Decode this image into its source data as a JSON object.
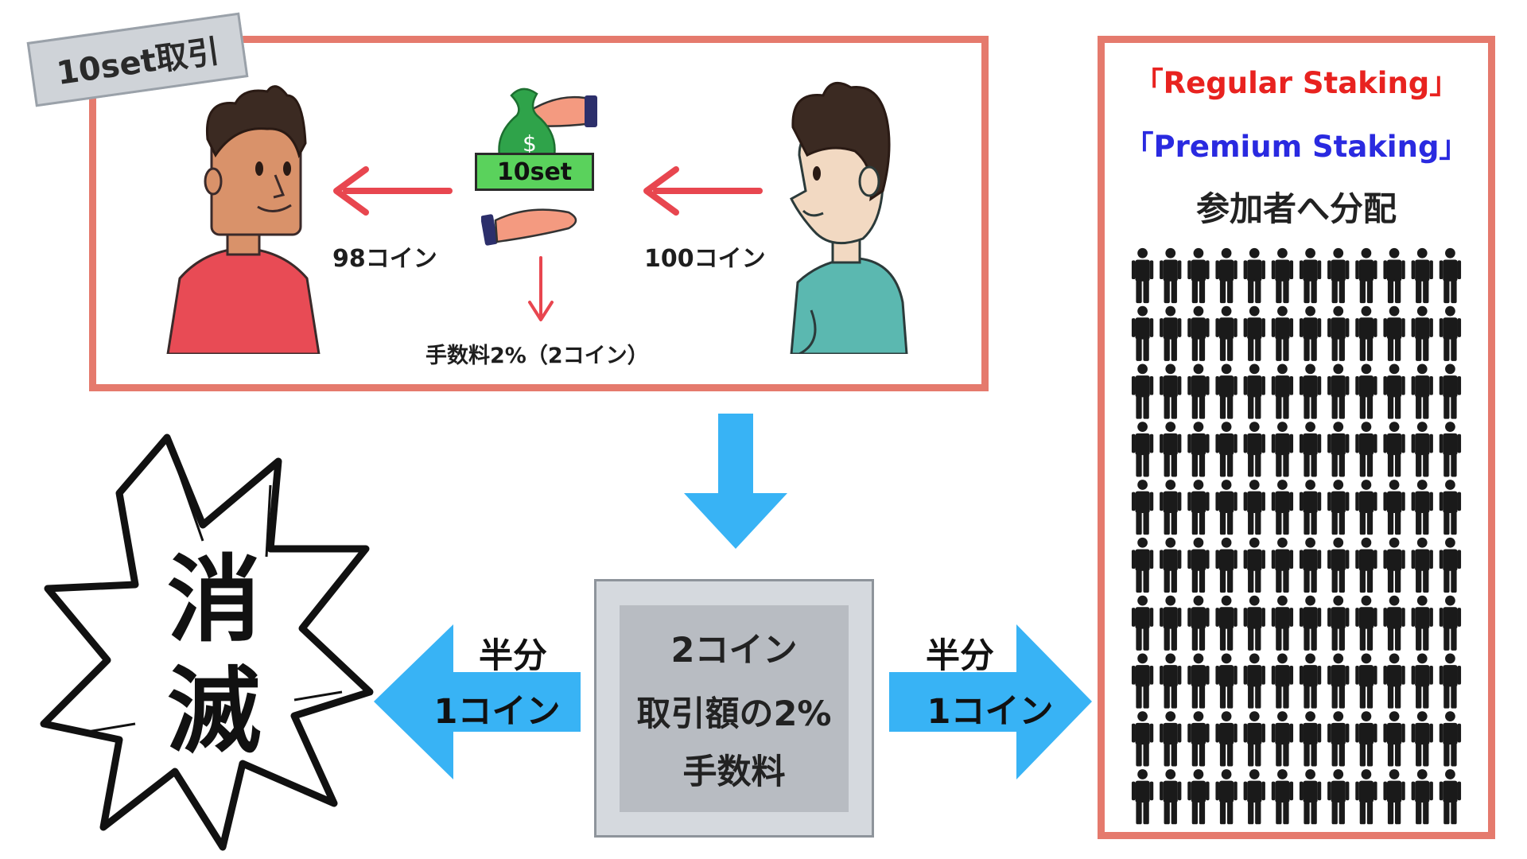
{
  "trade": {
    "tag": "10set取引",
    "bag_label": "10set",
    "received_label": "98コイン",
    "sent_label": "100コイン",
    "fee_label": "手数料2%（2コイン）"
  },
  "staking": {
    "line1": "「Regular Staking」",
    "line2": "「Premium Staking」",
    "line3": "参加者へ分配"
  },
  "center": {
    "line1": "2コイン",
    "line2": "取引額の2%",
    "line3": "手数料"
  },
  "left_arrow": {
    "top": "半分",
    "bottom": "1コイン"
  },
  "right_arrow": {
    "top": "半分",
    "bottom": "1コイン"
  },
  "burst": {
    "char1": "消",
    "char2": "滅"
  },
  "colors": {
    "frame": "#e57a6d",
    "arrow_blue": "#38b3f5",
    "sketch_red": "#e8464f",
    "staking_red": "#e8221f",
    "staking_blue": "#2a2ae0"
  },
  "people_grid": {
    "rows": 10,
    "cols": 12
  }
}
